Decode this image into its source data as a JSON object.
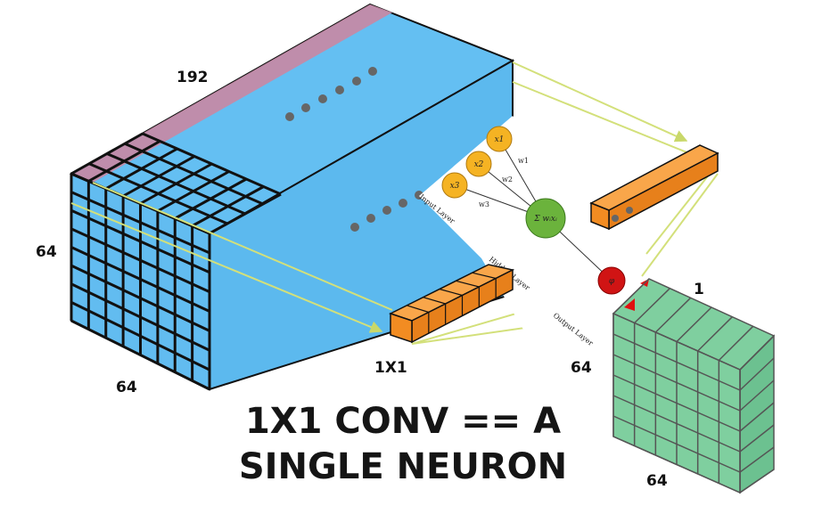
{
  "title": {
    "line1": "1X1 CONV == A",
    "line2": "SINGLE NEURON"
  },
  "input_volume": {
    "depth_label": "192",
    "height_label": "64",
    "width_label": "64"
  },
  "kernel": {
    "size_label": "1X1",
    "length_label": "64"
  },
  "output_volume": {
    "depth_label": "1",
    "width_label": "64"
  },
  "neuron": {
    "inputs": [
      "x1",
      "x2",
      "x3"
    ],
    "weights": [
      "w1",
      "w2",
      "w3"
    ],
    "sum_label": "Σ wᵢxᵢ",
    "activation_label": "φ",
    "layer_labels": {
      "input": "Input Layer",
      "hidden": "Hidden Layer",
      "output": "Output Layer"
    }
  },
  "colors": {
    "cube_face": "#62bcf0",
    "cube_top": "#64bff2",
    "cube_pink_strip": "#c48aa6",
    "filter": "#f28c22",
    "output_face": "#7fcf9f",
    "input_node": "#f5b323",
    "hidden_node": "#6bb33c",
    "output_node": "#d01414",
    "arrow": "#d3e07a"
  }
}
